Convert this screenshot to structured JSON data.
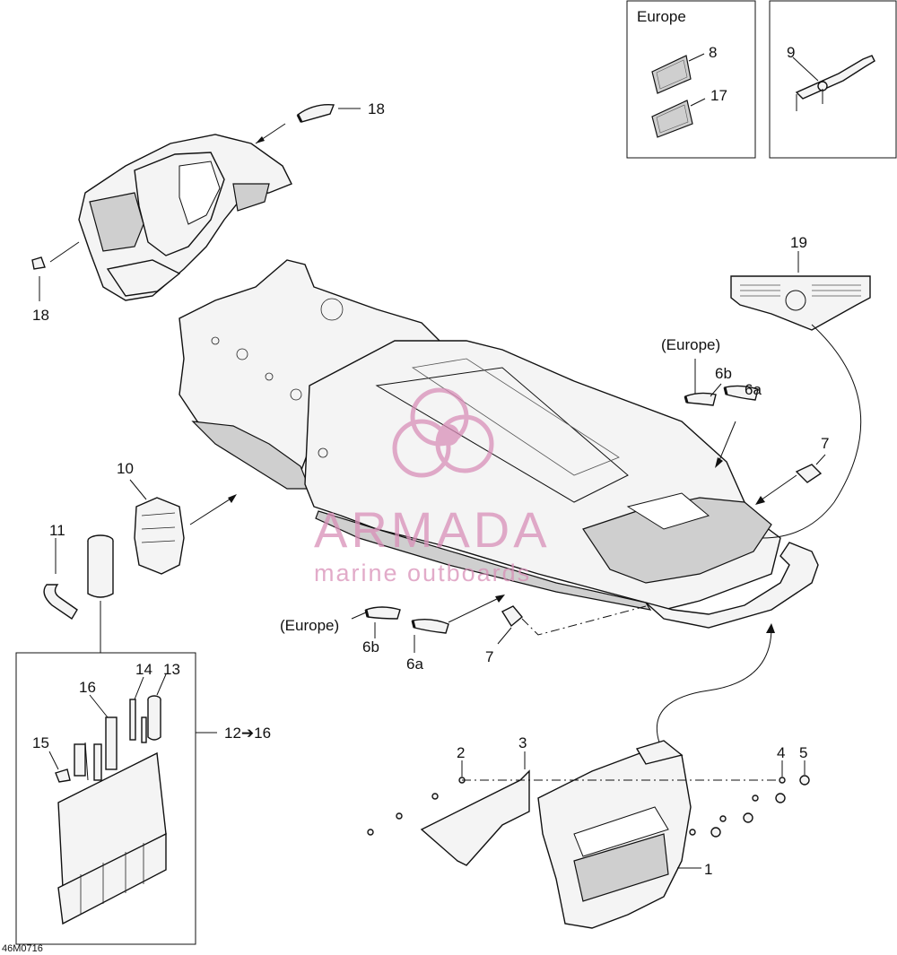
{
  "diagram_code": "46M0716",
  "callouts": {
    "p1": "1",
    "p2": "2",
    "p3": "3",
    "p4": "4",
    "p5": "5",
    "p6a_right": "6a",
    "p6b_right": "6b",
    "p6a_left": "6a",
    "p6b_left": "6b",
    "p7_right": "7",
    "p7_left": "7",
    "p8": "8",
    "p9": "9",
    "p10": "10",
    "p11": "11",
    "p12_16": "12➔16",
    "p13": "13",
    "p14": "14",
    "p15": "15",
    "p16": "16",
    "p17": "17",
    "p18_top": "18",
    "p18_left": "18",
    "p19": "19"
  },
  "region_labels": {
    "europe_box": "Europe",
    "europe_right": "(Europe)",
    "europe_left": "(Europe)"
  },
  "watermark": {
    "brand": "ARMADA",
    "tagline": "marine outboards",
    "color": "#d98fb8"
  }
}
